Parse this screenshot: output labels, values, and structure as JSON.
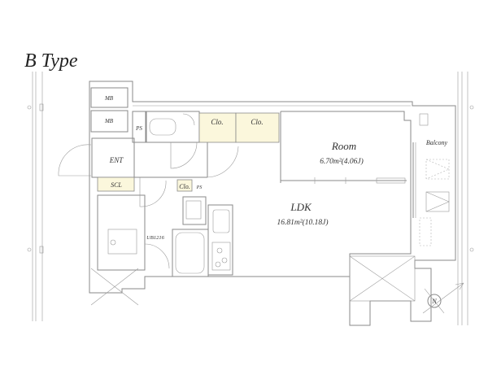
{
  "title": "B Type",
  "rooms": {
    "mb1": "MB",
    "mb2": "MB",
    "ps1": "PS",
    "ps2": "PS",
    "clo1": "Clo.",
    "clo2": "Clo.",
    "clo3": "Clo.",
    "ent": "ENT",
    "scl": "SCL",
    "ub": "UB1216",
    "room": "Room",
    "room_area": "6.70m²(4.06J)",
    "ldk": "LDK",
    "ldk_area": "16.81m²(10.18J)",
    "balcony": "Balcony"
  },
  "compass": {
    "label": "N"
  },
  "colors": {
    "storage_fill": "#fbf7dc",
    "wall": "#8a8a8a"
  }
}
